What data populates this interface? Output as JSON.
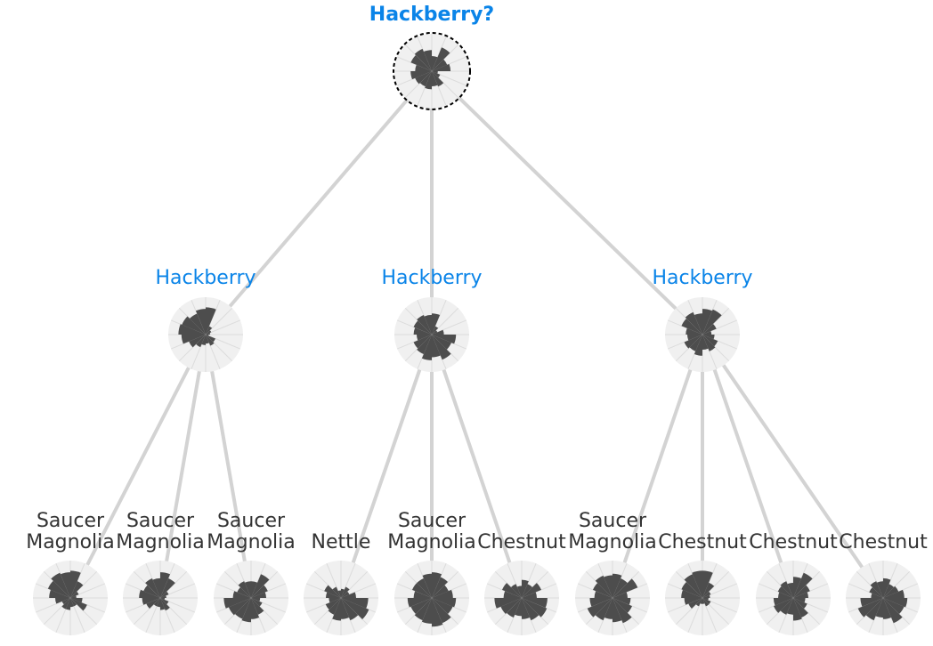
{
  "root": {
    "label": "Hackberry?",
    "profile": [
      0.5,
      0.85,
      0.55,
      0.62,
      0.2,
      0.3,
      0.55,
      0.5,
      0.6,
      0.55,
      0.6,
      0.7,
      0.55,
      0.75,
      0.8,
      0.7
    ]
  },
  "level1": [
    {
      "label": "Hackberry",
      "profile": [
        0.9,
        0.3,
        0.2,
        0.15,
        0.1,
        0.35,
        0.4,
        0.3,
        0.35,
        0.45,
        0.6,
        0.8,
        0.9,
        0.85,
        0.75,
        0.85
      ],
      "children": [
        {
          "label_line1": "Saucer",
          "label_line2": "Magnolia",
          "profile": [
            0.9,
            0.6,
            0.3,
            0.2,
            0.4,
            0.6,
            0.3,
            0.3,
            0.4,
            0.4,
            0.3,
            0.5,
            0.7,
            0.8,
            0.9,
            0.85
          ]
        },
        {
          "label_line1": "Saucer",
          "label_line2": "Magnolia",
          "profile": [
            0.85,
            0.7,
            0.3,
            0.2,
            0.15,
            0.3,
            0.45,
            0.4,
            0.3,
            0.3,
            0.5,
            0.6,
            0.7,
            0.6,
            0.7,
            0.65
          ]
        },
        {
          "label_line1": "Saucer",
          "label_line2": "Magnolia",
          "profile": [
            0.55,
            0.85,
            0.6,
            0.5,
            0.3,
            0.4,
            0.6,
            0.7,
            0.8,
            0.75,
            0.8,
            0.9,
            0.6,
            0.5,
            0.6,
            0.55
          ]
        }
      ]
    },
    {
      "label": "Hackberry",
      "profile": [
        0.7,
        0.3,
        0.2,
        0.4,
        0.8,
        0.7,
        0.9,
        0.75,
        0.85,
        0.7,
        0.65,
        0.5,
        0.6,
        0.65,
        0.7,
        0.65
      ],
      "children": [
        {
          "label_line1": "",
          "label_line2": "Nettle",
          "profile": [
            0.3,
            0.4,
            0.3,
            0.5,
            0.9,
            1.0,
            0.8,
            0.7,
            0.75,
            0.6,
            0.55,
            0.4,
            0.5,
            0.6,
            0.4,
            0.25
          ]
        },
        {
          "label_line1": "Saucer",
          "label_line2": "Magnolia",
          "profile": [
            0.85,
            0.75,
            0.6,
            0.7,
            0.8,
            0.75,
            0.9,
            0.95,
            0.85,
            0.8,
            0.75,
            0.8,
            0.6,
            0.7,
            0.7,
            0.8
          ]
        },
        {
          "label_line1": "",
          "label_line2": "Chestnut",
          "profile": [
            0.6,
            0.5,
            0.7,
            0.5,
            0.85,
            0.9,
            0.8,
            0.7,
            0.6,
            0.7,
            0.75,
            0.9,
            0.6,
            0.7,
            0.5,
            0.4
          ]
        }
      ]
    },
    {
      "label": "Hackberry",
      "profile": [
        0.85,
        0.9,
        0.5,
        0.3,
        0.4,
        0.55,
        0.6,
        0.5,
        0.7,
        0.6,
        0.65,
        0.5,
        0.55,
        0.75,
        0.8,
        0.7
      ],
      "children": [
        {
          "label_line1": "Saucer",
          "label_line2": "Magnolia",
          "profile": [
            0.8,
            0.7,
            0.9,
            0.5,
            0.6,
            0.7,
            0.9,
            0.8,
            0.7,
            0.8,
            0.9,
            0.75,
            0.6,
            0.7,
            0.8,
            0.75
          ]
        },
        {
          "label_line1": "",
          "label_line2": "Chestnut",
          "profile": [
            0.9,
            0.55,
            0.3,
            0.25,
            0.2,
            0.3,
            0.3,
            0.2,
            0.2,
            0.3,
            0.5,
            0.6,
            0.7,
            0.75,
            0.85,
            0.9
          ]
        },
        {
          "label_line1": "",
          "label_line2": "Chestnut",
          "profile": [
            0.7,
            0.9,
            0.6,
            0.5,
            0.4,
            0.5,
            0.7,
            0.75,
            0.55,
            0.6,
            0.7,
            0.65,
            0.5,
            0.55,
            0.6,
            0.5
          ]
        },
        {
          "label_line1": "",
          "label_line2": "Chestnut",
          "profile": [
            0.65,
            0.5,
            0.55,
            0.7,
            0.8,
            0.75,
            0.9,
            0.7,
            0.65,
            0.8,
            0.9,
            0.75,
            0.4,
            0.5,
            0.6,
            0.55
          ]
        }
      ]
    }
  ],
  "colors": {
    "label_blue": "#0a84e8",
    "label_dark": "#333333",
    "edge": "#d3d3d3",
    "disc_bg": "#f0f0f0",
    "grid": "#dcdcdc",
    "wedge": "#4d4d4d",
    "root_ring": "#000000"
  }
}
